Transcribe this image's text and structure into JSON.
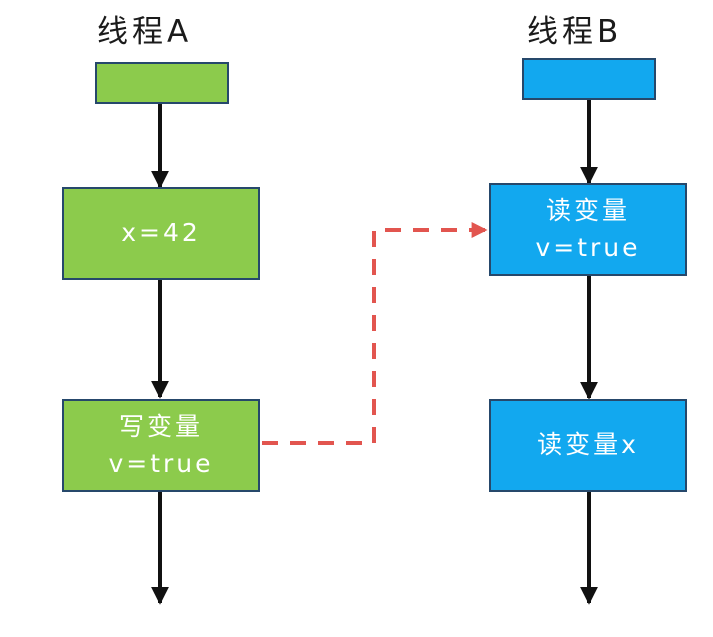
{
  "colors": {
    "thread_a": "#8ccb4c",
    "thread_b": "#12a8ef",
    "arrow": "#111111",
    "link": "#e2554f",
    "border": "#26486b"
  },
  "thread_a": {
    "title": "线程A",
    "step1": {
      "text": "x=42"
    },
    "step2": {
      "line1": "写变量",
      "line2": "v=true"
    }
  },
  "thread_b": {
    "title": "线程B",
    "step1": {
      "line1": "读变量",
      "line2": "v=true"
    },
    "step2": {
      "text": "读变量x"
    }
  }
}
